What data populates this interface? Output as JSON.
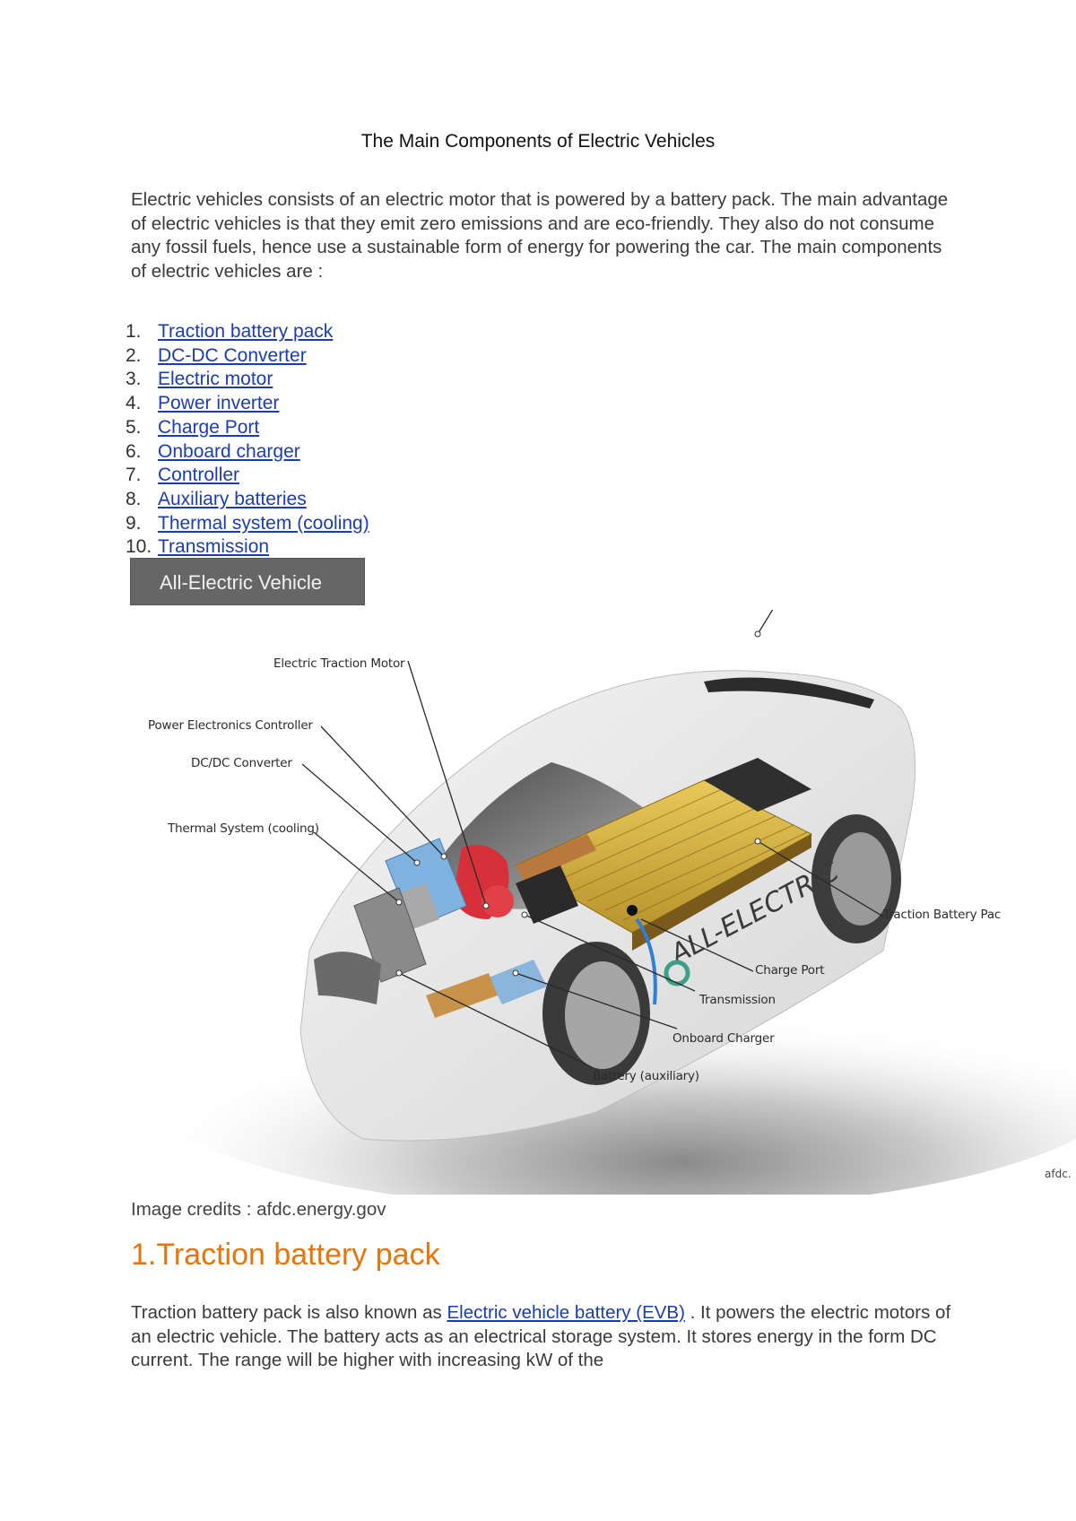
{
  "document": {
    "title": "The Main Components of Electric Vehicles",
    "intro": "Electric vehicles consists of an electric motor that is powered by a battery pack. The main advantage of electric vehicles is that they emit zero emissions and are eco-friendly. They also do not consume any fossil fuels, hence use a sustainable form of energy for powering the car. The main components of electric vehicles are :",
    "components_list": [
      {
        "num": "1.",
        "label": "Traction battery pack"
      },
      {
        "num": "2.",
        "label": "DC-DC Converter"
      },
      {
        "num": "3.",
        "label": "Electric motor"
      },
      {
        "num": "4.",
        "label": "Power inverter"
      },
      {
        "num": "5.",
        "label": "Charge Port"
      },
      {
        "num": "6.",
        "label": "Onboard charger"
      },
      {
        "num": "7.",
        "label": "Controller"
      },
      {
        "num": "8.",
        "label": "Auxiliary batteries"
      },
      {
        "num": "9.",
        "label": "Thermal system (cooling)"
      },
      {
        "num": "10.",
        "label": "Transmission"
      }
    ],
    "figure": {
      "badge": "All-Electric Vehicle",
      "car_decal": "ALL-ELECTRIC",
      "callouts": {
        "electric_traction_motor": "Electric Traction Motor",
        "power_electronics_controller": "Power Electronics Controller",
        "dc_dc_converter": "DC/DC Converter",
        "thermal_system": "Thermal System (cooling)",
        "traction_battery_pack": "Traction Battery Pac",
        "charge_port": "Charge Port",
        "transmission": "Transmission",
        "onboard_charger": "Onboard Charger",
        "battery_auxiliary": "Battery (auxiliary)"
      },
      "watermark": "afdc."
    },
    "image_credit": "Image credits : afdc.energy.gov",
    "section1": {
      "heading": "1.Traction battery pack",
      "body_before_link": "Traction battery pack is also known as ",
      "link": "Electric vehicle battery (EVB)",
      "body_after_link": " . It powers the electric motors of an electric vehicle. The battery acts as an electrical storage system. It stores energy in the form DC current. The range will be higher with increasing kW of the"
    }
  },
  "colors": {
    "link": "#1c3cb5",
    "heading_orange": "#e8740c",
    "badge_gray": "#666666",
    "body_text": "#3a3a3a"
  }
}
